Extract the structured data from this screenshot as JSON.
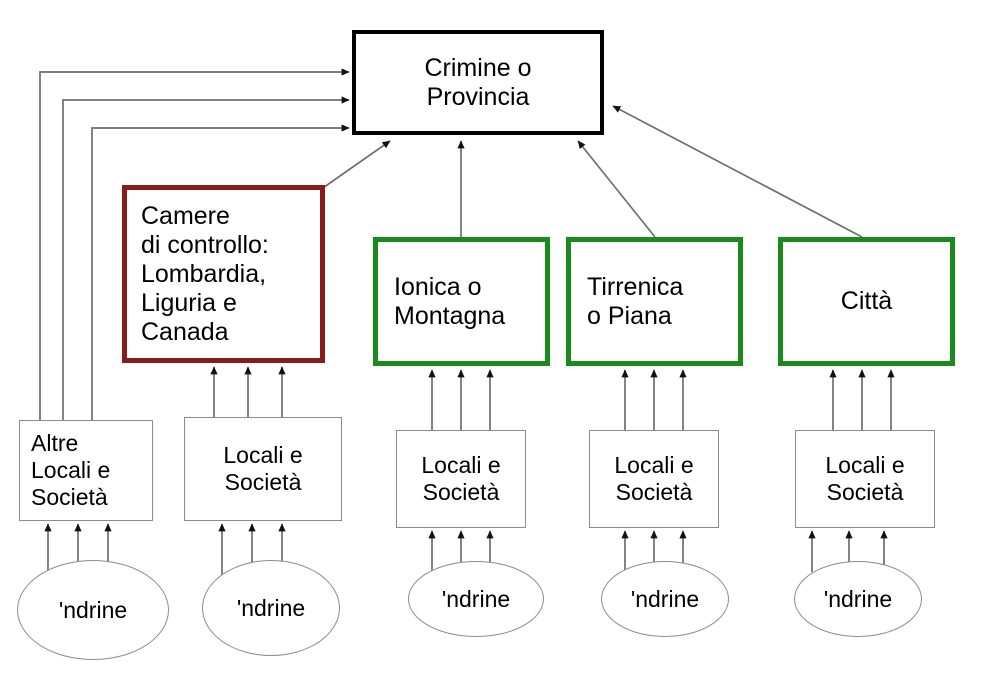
{
  "diagram": {
    "title_text": "Crimine o Provincia",
    "background_color": "#ffffff",
    "colors": {
      "root_border": "#000000",
      "control_border": "#8b1a1a",
      "regional_border": "#1a8a1a",
      "plain_border": "#8c8c8c",
      "edge": "#6f6f6f",
      "text": "#000000"
    },
    "nodes": {
      "root": {
        "label": "Crimine o\nProvincia"
      },
      "camere": {
        "label": "Camere\ndi controllo:\nLombardia,\nLiguria e\nCanada"
      },
      "ionica": {
        "label": "Ionica o\nMontagna"
      },
      "tirrenica": {
        "label": "Tirrenica\no Piana"
      },
      "citta": {
        "label": "Città"
      },
      "altre_locali": {
        "label": "Altre\nLocali e\nSocietà"
      },
      "locali_1": {
        "label": "Locali e\nSocietà"
      },
      "locali_2": {
        "label": "Locali e\nSocietà"
      },
      "locali_3": {
        "label": "Locali e\nSocietà"
      },
      "locali_4": {
        "label": "Locali e\nSocietà"
      },
      "ndrine_1": {
        "label": "'ndrine"
      },
      "ndrine_2": {
        "label": "'ndrine"
      },
      "ndrine_3": {
        "label": "'ndrine"
      },
      "ndrine_4": {
        "label": "'ndrine"
      },
      "ndrine_5": {
        "label": "'ndrine"
      }
    }
  }
}
